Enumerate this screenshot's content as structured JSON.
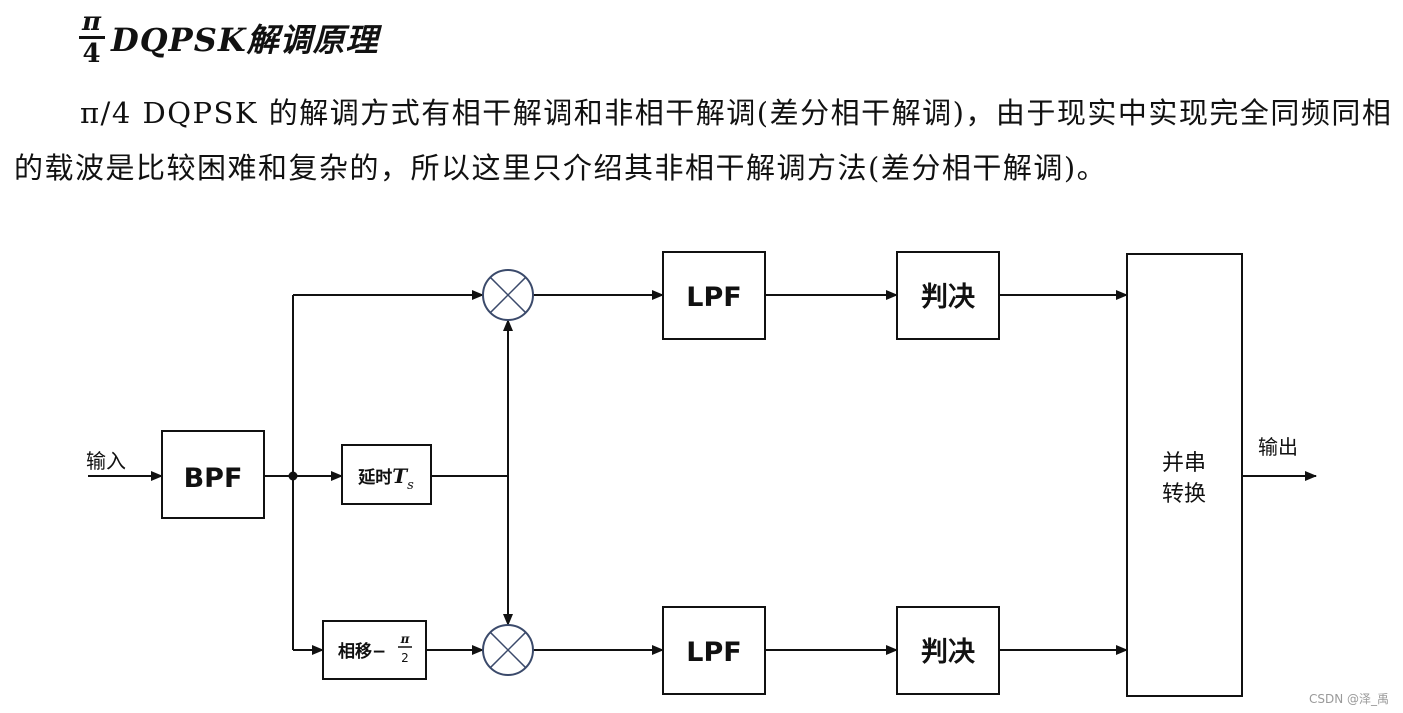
{
  "heading": {
    "fraction_numerator": "π",
    "fraction_denominator": "4",
    "title": "DQPSK解调原理"
  },
  "paragraph": "π/4 DQPSK 的解调方式有相干解调和非相干解调(差分相干解调)，由于现实中实现完全同频同相的载波是比较困难和复杂的，所以这里只介绍其非相干解调方法(差分相干解调)。",
  "diagram": {
    "input_label": "输入",
    "output_label": "输出",
    "bpf_label": "BPF",
    "delay_label_prefix": "延时",
    "delay_symbol": "T",
    "delay_subscript": "s",
    "phase_label_prefix": "相移−",
    "phase_fraction_numerator": "π",
    "phase_fraction_denominator": "2",
    "lpf_top_label": "LPF",
    "lpf_bottom_label": "LPF",
    "decision_top_label": "判决",
    "decision_bottom_label": "判决",
    "ps_line1": "并串",
    "ps_line2": "转换"
  },
  "watermark": "CSDN @泽_禹"
}
